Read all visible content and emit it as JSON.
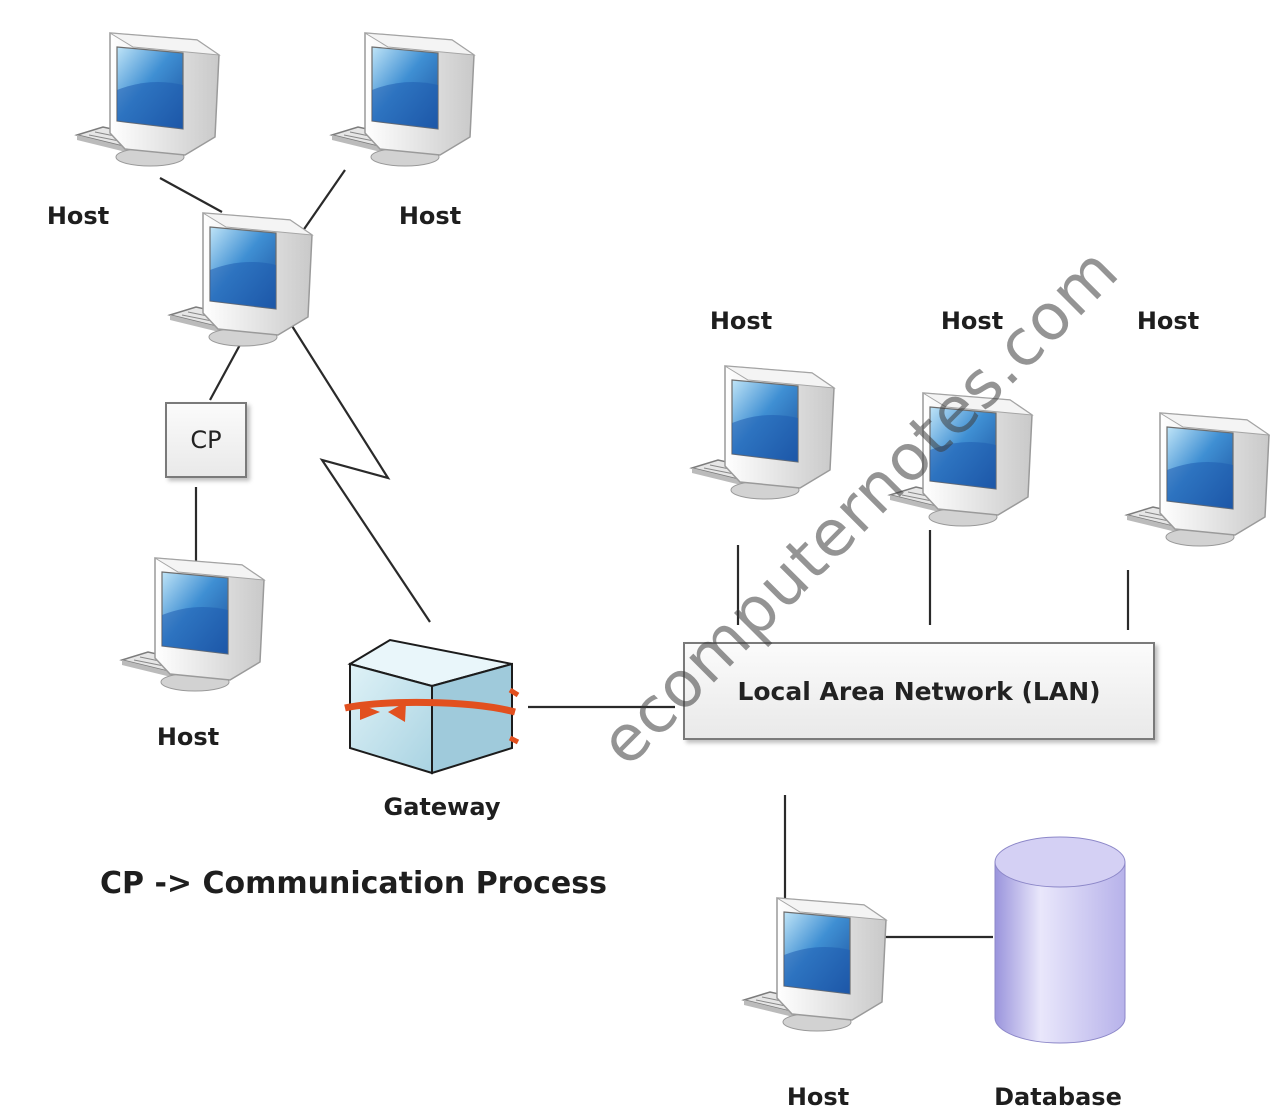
{
  "nodes": {
    "host_top_left": "Host",
    "host_top_right": "Host",
    "host_left_bottom": "Host",
    "host_lan_1": "Host",
    "host_lan_2": "Host",
    "host_lan_3": "Host",
    "host_db": "Host",
    "database": "Database",
    "gateway": "Gateway",
    "cp": "CP",
    "lan": "Local Area Network (LAN)"
  },
  "legend": "CP -> Communication Process",
  "watermark": "ecomputernotes.com",
  "colors": {
    "screen_blue": "#2f6fb8",
    "gateway_arrow": "#e2501f",
    "database_fill": "#c9c5ee"
  }
}
